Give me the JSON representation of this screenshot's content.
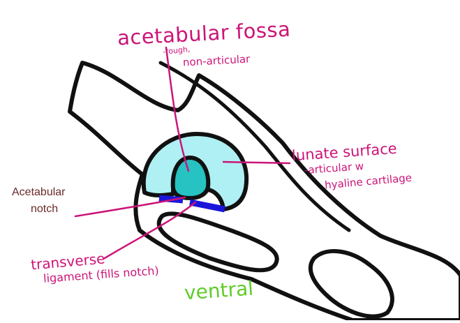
{
  "labels": {
    "acetabular_fossa": "acetabular fossa",
    "fossa_note_1": "-rough,",
    "fossa_note_2": "non-articular",
    "lunate_surface": "lunate surface",
    "lunate_note_1": "-articular w",
    "lunate_note_2": "hyaline cartilage",
    "acetabular_notch_1": "Acetabular",
    "acetabular_notch_2": "notch",
    "transverse_1": "transverse",
    "transverse_2": "ligament (fills notch)",
    "orientation": "ventral"
  },
  "colors": {
    "ink": "#cc1478",
    "outline": "#111111",
    "lunate_fill": "#aef0f4",
    "fossa_fill": "#27c2c2",
    "ligament": "#1a16d9",
    "orientation": "#5fcc2a",
    "notch_text": "#6a2a2a"
  }
}
